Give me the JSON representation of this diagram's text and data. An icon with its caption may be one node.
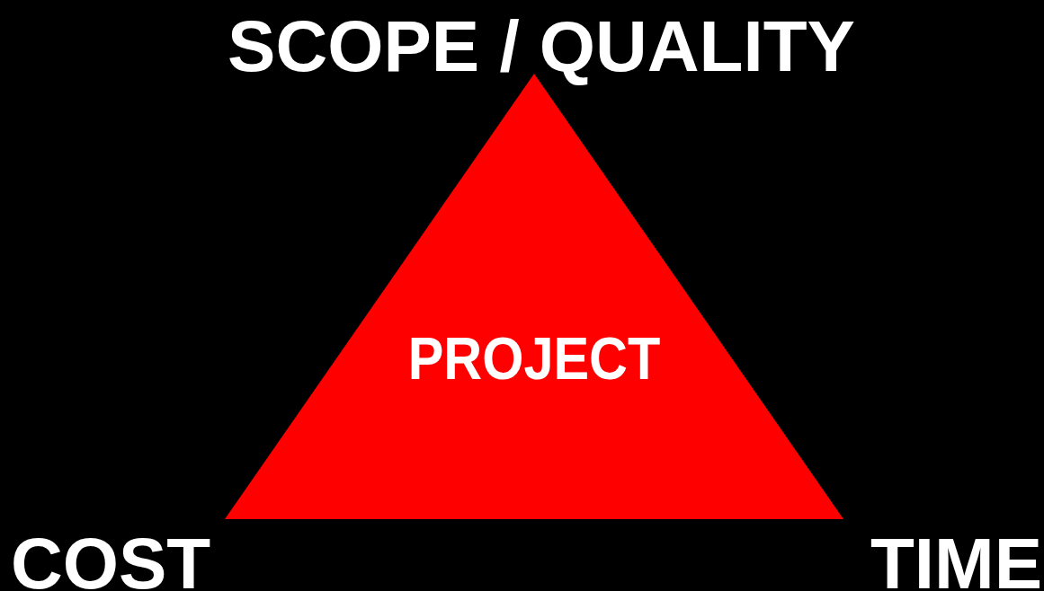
{
  "diagram": {
    "nodes": [
      {
        "text": [
          "PROJECT"
        ]
      }
    ],
    "labels": [
      "SCOPE / QUALITY",
      "COST",
      "TIME"
    ]
  }
}
